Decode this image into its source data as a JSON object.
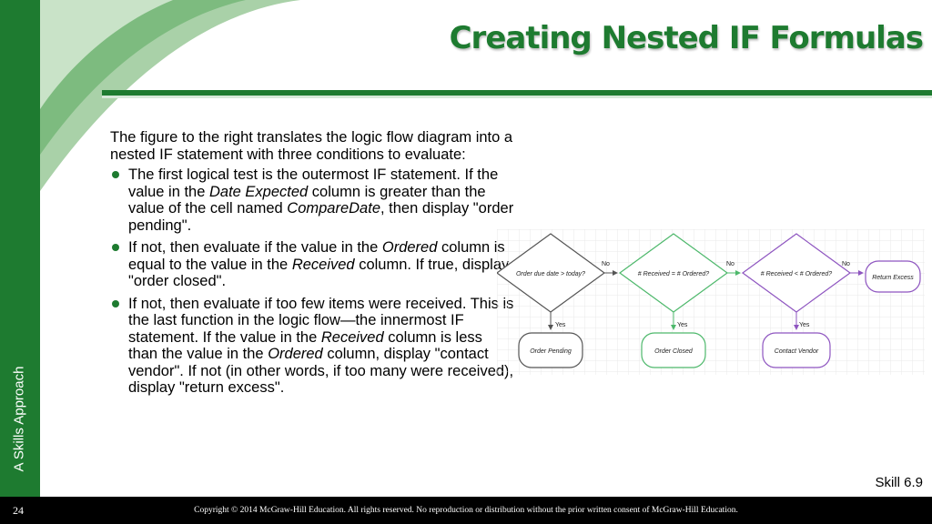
{
  "title": "Creating Nested IF Formulas",
  "side_label": "A Skills Approach",
  "body": {
    "intro": "The figure to the right translates the logic flow diagram into a nested IF statement with three conditions to evaluate:",
    "bullets": [
      {
        "parts": [
          {
            "text": "The first logical test is the outermost IF statement. If the value in the "
          },
          {
            "text": "Date Expected",
            "italic": true
          },
          {
            "text": " column is greater than the value of the cell named "
          },
          {
            "text": "CompareDate",
            "italic": true
          },
          {
            "text": ", then display \"order pending\"."
          }
        ]
      },
      {
        "parts": [
          {
            "text": "If not, then evaluate if the value in the "
          },
          {
            "text": "Ordered",
            "italic": true
          },
          {
            "text": " column is equal to the value in the "
          },
          {
            "text": "Received",
            "italic": true
          },
          {
            "text": " column. If true, display \"order closed\"."
          }
        ]
      },
      {
        "parts": [
          {
            "text": "If not, then evaluate if too few items were received. This is the last function in the logic flow—the innermost IF statement. If the value in the "
          },
          {
            "text": "Received",
            "italic": true
          },
          {
            "text": " column is less than the value in the "
          },
          {
            "text": "Ordered",
            "italic": true
          },
          {
            "text": " column, display \"contact vendor\". If not (in other words, if too many were received), display \"return excess\"."
          }
        ]
      }
    ]
  },
  "flowchart": {
    "decisions": [
      {
        "label": "Order due date > today?",
        "color": "#555555"
      },
      {
        "label": "# Received = # Ordered?",
        "color": "#4db86b"
      },
      {
        "label": "# Received < # Ordered?",
        "color": "#8e55c0"
      }
    ],
    "outcomes": [
      {
        "label": "Order Pending",
        "color": "#555555"
      },
      {
        "label": "Order Closed",
        "color": "#4db86b"
      },
      {
        "label": "Contact Vendor",
        "color": "#8e55c0"
      },
      {
        "label": "Return Excess",
        "color": "#8e55c0"
      }
    ],
    "yes_label": "Yes",
    "no_label": "No"
  },
  "skill": "Skill 6.9",
  "footer": {
    "page_number": "24",
    "copyright": "Copyright © 2014 McGraw-Hill Education. All rights reserved. No reproduction or distribution without the prior written consent of McGraw-Hill Education."
  },
  "colors": {
    "brand_green": "#1e7b30",
    "footer_bg": "#000000"
  }
}
